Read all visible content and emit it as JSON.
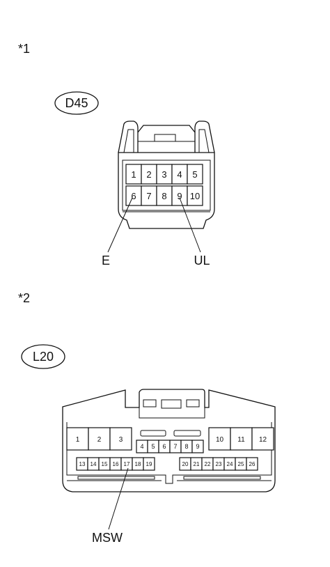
{
  "section1": {
    "note": "*1",
    "connector_id": "D45",
    "pins_row1": [
      "1",
      "2",
      "3",
      "4",
      "5"
    ],
    "pins_row2": [
      "6",
      "7",
      "8",
      "9",
      "10"
    ],
    "callouts": [
      {
        "label": "E",
        "pin": "6"
      },
      {
        "label": "UL",
        "pin": "9"
      }
    ]
  },
  "section2": {
    "note": "*2",
    "connector_id": "L20",
    "pins_large_left": [
      "1",
      "2",
      "3"
    ],
    "pins_large_right": [
      "10",
      "11",
      "12"
    ],
    "pins_middle": [
      "4",
      "5",
      "6",
      "7",
      "8",
      "9"
    ],
    "pins_bottom_left": [
      "13",
      "14",
      "15",
      "16",
      "17",
      "18",
      "19"
    ],
    "pins_bottom_right": [
      "20",
      "21",
      "22",
      "23",
      "24",
      "25",
      "26"
    ],
    "callouts": [
      {
        "label": "MSW",
        "pin": "17"
      }
    ]
  }
}
